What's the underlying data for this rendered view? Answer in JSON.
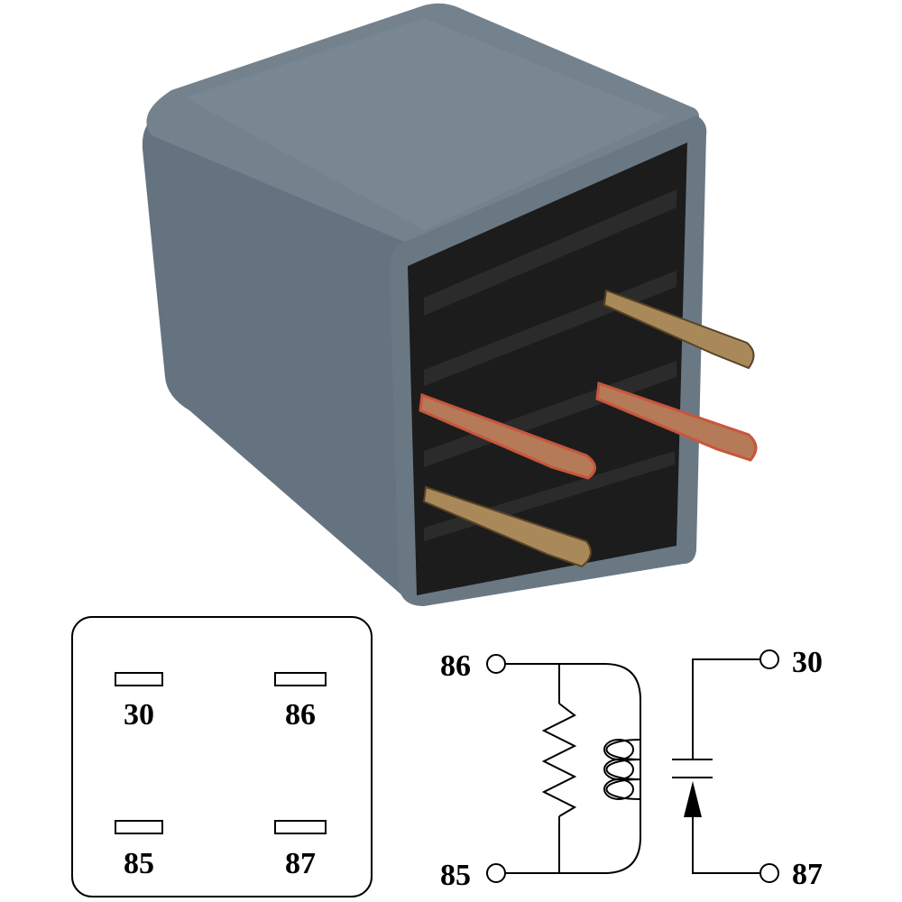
{
  "product_photo": {
    "icon": "relay-product-photo",
    "colors": {
      "housing": "#6f7c86",
      "base": "#1b1b1b",
      "terminal": "#a9895a",
      "copper": "#c8553d"
    }
  },
  "pin_layout": {
    "pins": [
      {
        "label": "30"
      },
      {
        "label": "86"
      },
      {
        "label": "85"
      },
      {
        "label": "87"
      }
    ]
  },
  "schematic": {
    "coil_terminals": [
      {
        "label": "86"
      },
      {
        "label": "85"
      }
    ],
    "switch_terminals": [
      {
        "label": "30"
      },
      {
        "label": "87"
      }
    ],
    "icons": [
      "resistor-icon",
      "coil-icon",
      "switch-contact-icon",
      "arrow-up-icon"
    ]
  }
}
